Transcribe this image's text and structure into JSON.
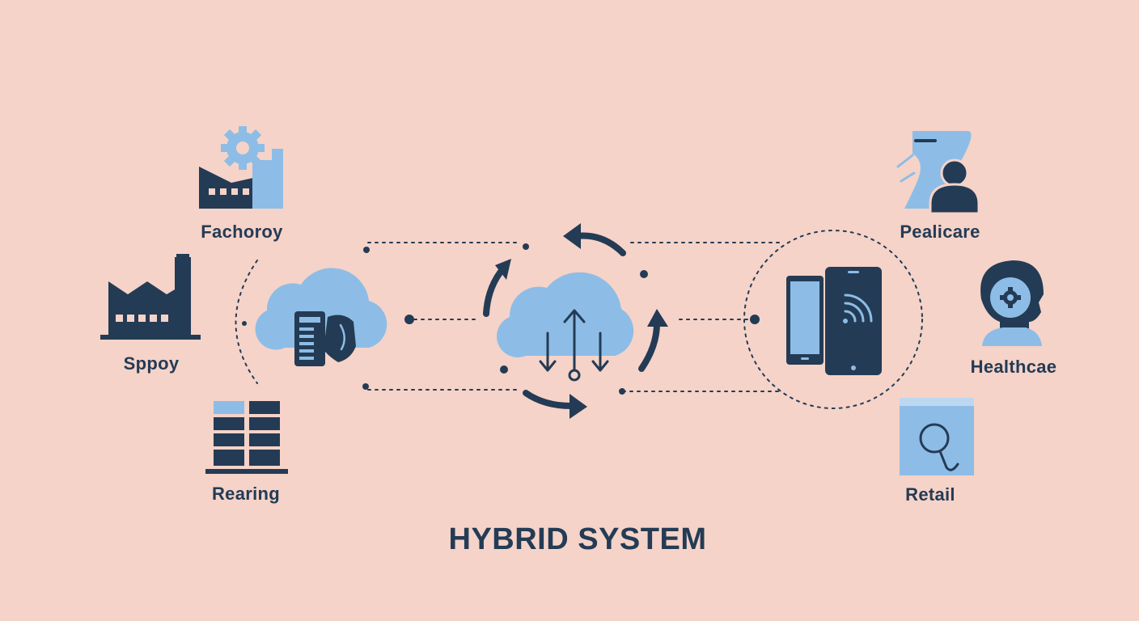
{
  "title": "HYBRID SYSTEM",
  "colors": {
    "background": "#f5d3c8",
    "dark": "#243b55",
    "light_blue": "#8dbde6"
  },
  "left_nodes": [
    {
      "label": "Fachoroy",
      "icon": "factory-gear-icon"
    },
    {
      "label": "Sppoy",
      "icon": "factory-icon"
    },
    {
      "label": "Rearing",
      "icon": "server-rack-icon"
    }
  ],
  "right_nodes": [
    {
      "label": "Pealicare",
      "icon": "person-profile-icon"
    },
    {
      "label": "Healthcae",
      "icon": "head-gear-icon"
    },
    {
      "label": "Retail",
      "icon": "search-panel-icon"
    }
  ],
  "hubs": [
    {
      "icon": "cloud-device-icon"
    },
    {
      "icon": "cloud-sync-icon"
    },
    {
      "icon": "mobile-devices-icon"
    }
  ]
}
